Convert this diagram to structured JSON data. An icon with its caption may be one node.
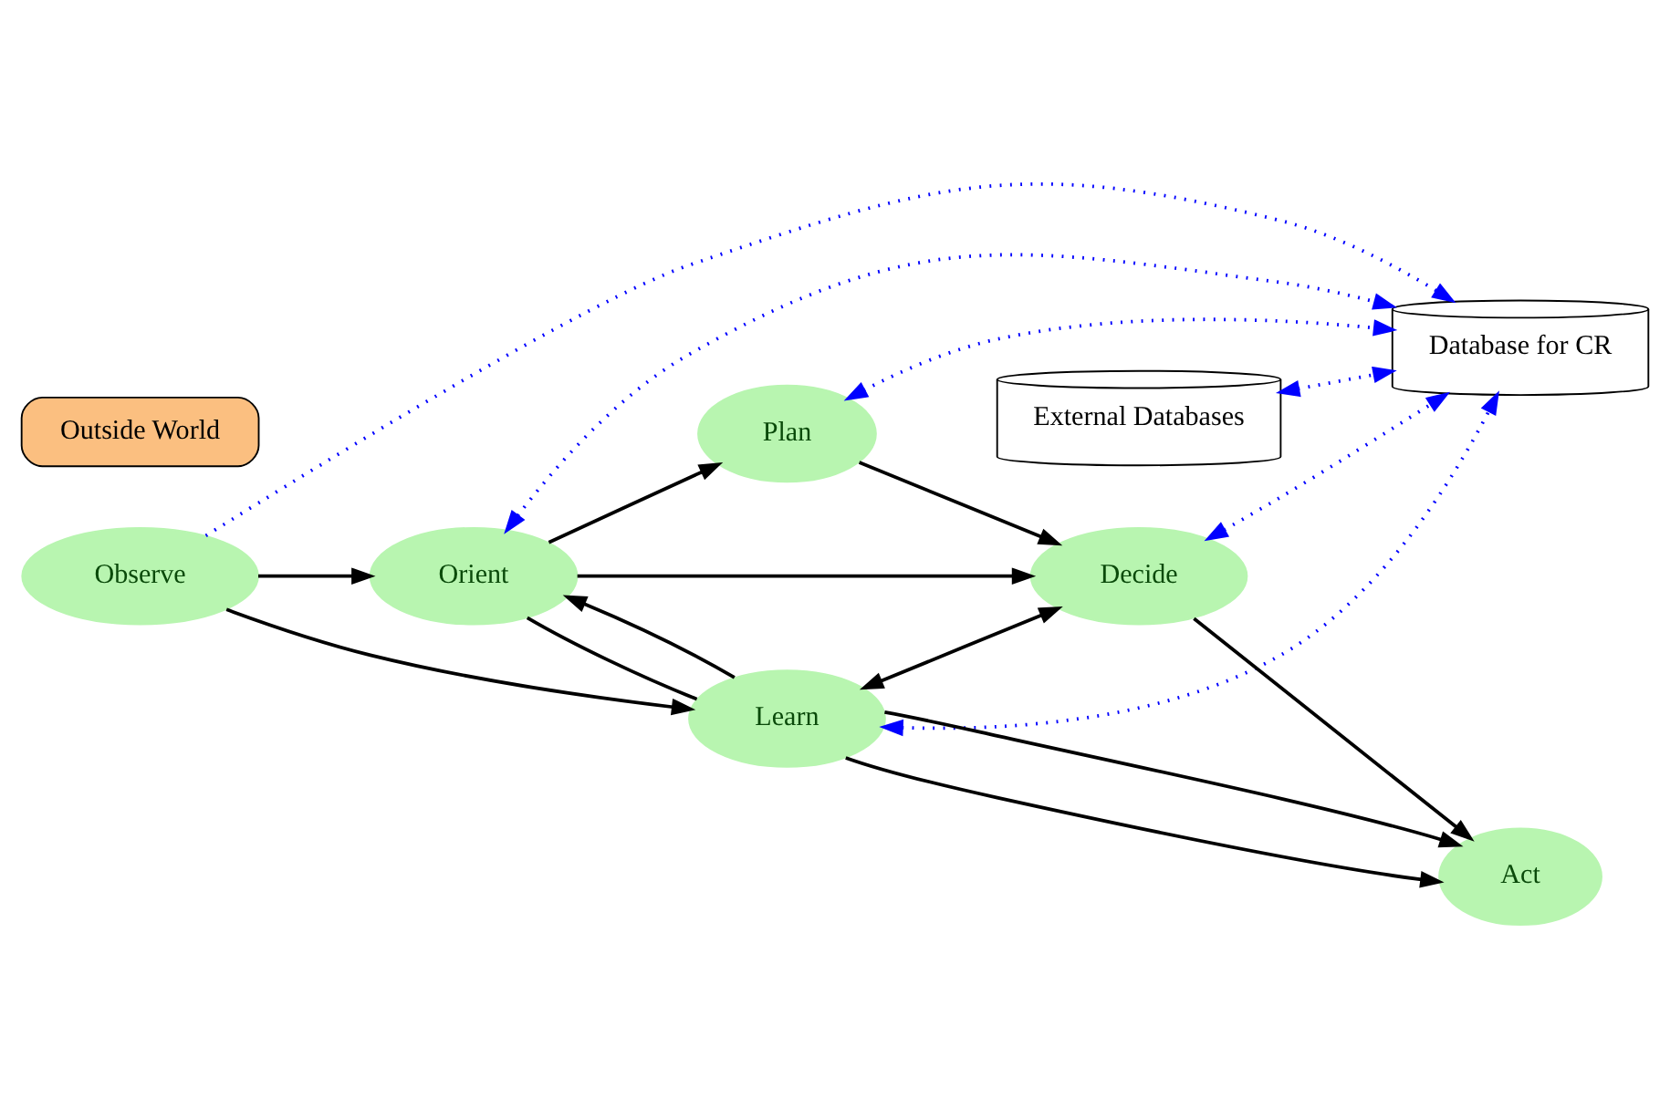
{
  "diagram": {
    "nodes": [
      {
        "text": [
          "Orient"
        ]
      },
      {
        "text": [
          "Plan"
        ]
      },
      {
        "text": [
          "Observe"
        ]
      },
      {
        "text": [
          "Learn"
        ]
      },
      {
        "text": [
          "Database for CR"
        ]
      },
      {
        "text": [
          "Decide"
        ]
      },
      {
        "text": [
          "Act"
        ]
      },
      {
        "text": [
          "Outside World"
        ]
      },
      {
        "text": [
          "External Databases"
        ]
      }
    ],
    "edges": [
      {
        "from": 2,
        "to": 0,
        "arrow": "to"
      },
      {
        "from": 2,
        "to": 3,
        "arrow": "to"
      },
      {
        "from": 2,
        "to": 4,
        "arrow": "to",
        "style": "dashed",
        "color": "#0000ff"
      },
      {
        "from": 0,
        "to": 1,
        "arrow": "to"
      },
      {
        "from": 0,
        "to": 5,
        "arrow": "to"
      },
      {
        "from": 0,
        "to": 3,
        "arrow": "none"
      },
      {
        "from": 3,
        "to": 0,
        "arrow": "to"
      },
      {
        "from": 3,
        "to": 6,
        "arrow": "to"
      },
      {
        "from": 3,
        "to": 6,
        "arrow": "to"
      },
      {
        "from": 3,
        "to": 5,
        "arrow": "both"
      },
      {
        "from": 5,
        "to": 6,
        "arrow": "to"
      },
      {
        "from": 1,
        "to": 5,
        "arrow": "to"
      },
      {
        "from": 0,
        "to": 4,
        "arrow": "both",
        "style": "dashed",
        "color": "#0000ff"
      },
      {
        "from": 1,
        "to": 4,
        "arrow": "both",
        "style": "dashed",
        "color": "#0000ff"
      },
      {
        "from": 3,
        "to": 4,
        "arrow": "both",
        "style": "dashed",
        "color": "#0000ff"
      },
      {
        "from": 5,
        "to": 4,
        "arrow": "both",
        "style": "dashed",
        "color": "#0000ff"
      },
      {
        "from": 8,
        "to": 4,
        "arrow": "both",
        "style": "dashed",
        "color": "#0000ff"
      }
    ]
  }
}
